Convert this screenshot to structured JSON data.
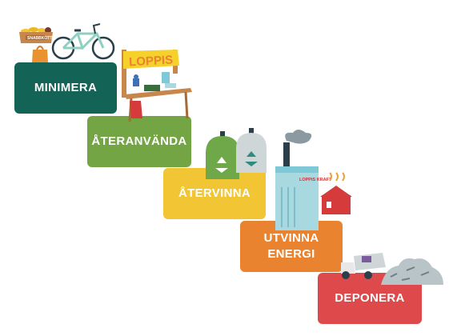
{
  "steps": [
    {
      "label": "MINIMERA",
      "color": "#136356"
    },
    {
      "label": "ÅTERANVÄNDA",
      "color": "#73a545"
    },
    {
      "label": "ÅTERVINNA",
      "color": "#f2c535"
    },
    {
      "label": "UTVINNA\nENERGI",
      "color": "#e9832f"
    },
    {
      "label": "DEPONERA",
      "color": "#de4a4c"
    }
  ],
  "illustrations": {
    "crate_label": "SNABBKÖTT",
    "loppis_sign": "LOPPIS",
    "plant_sign": "LOPPIS KRAFT",
    "icons": [
      "fruit-crate-icon",
      "shopping-bag-icon",
      "bicycle-icon",
      "flea-market-stall-icon",
      "recycling-bin-green-icon",
      "recycling-bin-gray-icon",
      "power-plant-icon",
      "house-icon",
      "garbage-truck-icon",
      "landfill-pile-icon"
    ]
  }
}
